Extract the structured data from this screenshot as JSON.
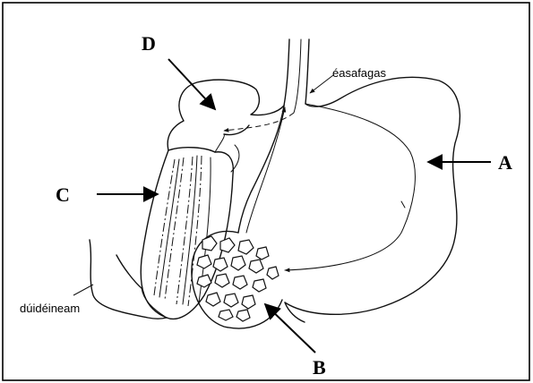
{
  "labels": {
    "A": "A",
    "B": "B",
    "C": "C",
    "D": "D",
    "esophagus": "éasafagas",
    "duodenum": "dúidéineam"
  },
  "colors": {
    "ink": "#111111",
    "background": "#ffffff",
    "border": "#000000"
  }
}
